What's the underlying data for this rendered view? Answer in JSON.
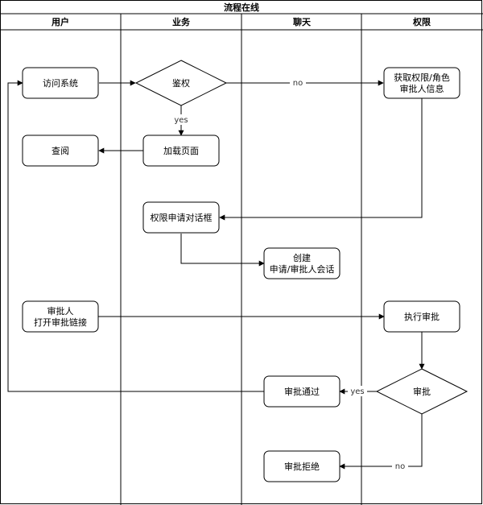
{
  "title": "流程在线",
  "lanes": [
    "用户",
    "业务",
    "聊天",
    "权限"
  ],
  "nodes": {
    "visit_system": "访问系统",
    "auth": "鉴权",
    "get_permission_line1": "获取权限/角色",
    "get_permission_line2": "审批人信息",
    "view": "查阅",
    "load_page": "加载页面",
    "permission_dialog": "权限申请对话框",
    "create_session_line1": "创建",
    "create_session_line2": "申请/审批人会话",
    "approver_line1": "审批人",
    "approver_line2": "打开审批链接",
    "execute_approval": "执行审批",
    "approval": "审批",
    "approved": "审批通过",
    "rejected": "审批拒绝"
  },
  "edge_labels": {
    "no_auth": "no",
    "yes_auth": "yes",
    "yes_approval": "yes",
    "no_approval": "no"
  }
}
